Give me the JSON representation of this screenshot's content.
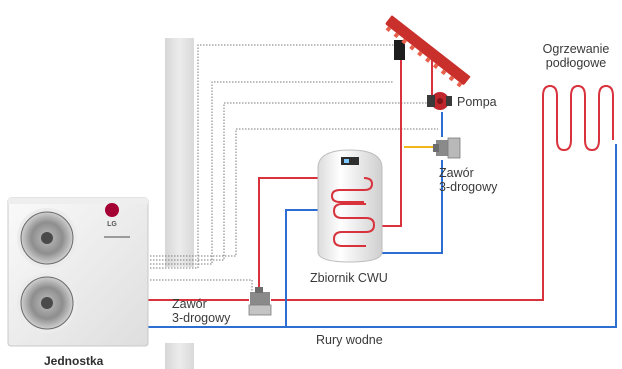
{
  "labels": {
    "ogrzewanie_line1": "Ogrzewanie",
    "ogrzewanie_line2": "podłogowe",
    "pompa": "Pompa",
    "zawor_right_line1": "Zawór",
    "zawor_right_line2": "3-drogowy",
    "zawor_left_line1": "Zawór",
    "zawor_left_line2": "3-drogowy",
    "zbiornik": "Zbiornik CWU",
    "rury": "Rury wodne",
    "jednostka": "Jednostka",
    "brand_logo": "LG"
  },
  "colors": {
    "hot_pipe": "#d8323c",
    "cold_pipe": "#2d6fd1",
    "solar_loop": "#f2b51b",
    "control_wire": "#6e6e6e",
    "wall": "#e4e4e4",
    "brand": "#a50034"
  },
  "icons": {
    "unit": "heat-pump-outdoor-unit",
    "collector": "solar-collector",
    "pump": "circulation-pump",
    "valve": "three-way-valve",
    "tank": "hot-water-tank",
    "floor": "underfloor-heating-coil"
  }
}
